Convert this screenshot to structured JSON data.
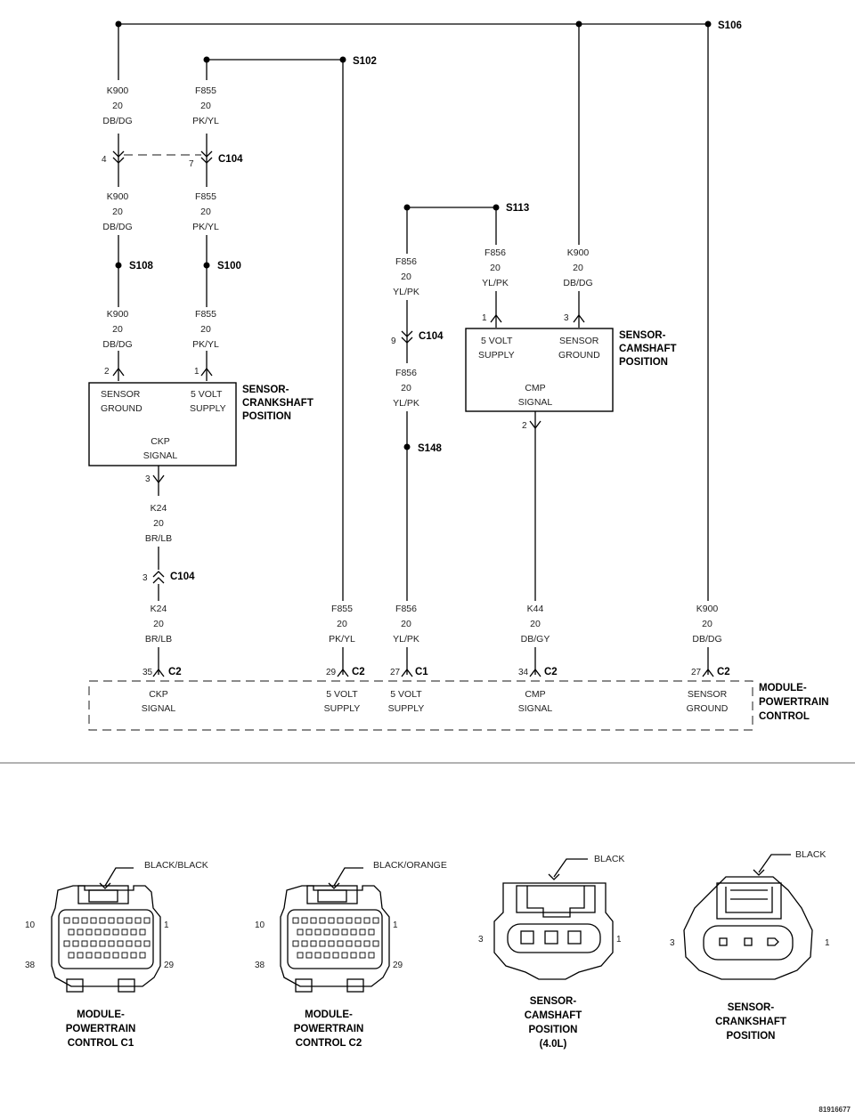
{
  "splices": {
    "s106": "S106",
    "s102": "S102",
    "s113": "S113",
    "s108": "S108",
    "s100": "S100",
    "s148": "S148"
  },
  "wires": {
    "k900_top": [
      "K900",
      "20",
      "DB/DG"
    ],
    "f855_top": [
      "F855",
      "20",
      "PK/YL"
    ],
    "k900_mid": [
      "K900",
      "20",
      "DB/DG"
    ],
    "f855_mid": [
      "F855",
      "20",
      "PK/YL"
    ],
    "k900_low": [
      "K900",
      "20",
      "DB/DG"
    ],
    "f855_low": [
      "F855",
      "20",
      "PK/YL"
    ],
    "k24_a": [
      "K24",
      "20",
      "BR/LB"
    ],
    "k24_b": [
      "K24",
      "20",
      "BR/LB"
    ],
    "f855_pcm": [
      "F855",
      "20",
      "PK/YL"
    ],
    "f856_a": [
      "F856",
      "20",
      "YL/PK"
    ],
    "f856_b": [
      "F856",
      "20",
      "YL/PK"
    ],
    "f856_c": [
      "F856",
      "20",
      "YL/PK"
    ],
    "f856_cmp": [
      "F856",
      "20",
      "YL/PK"
    ],
    "k900_cmp": [
      "K900",
      "20",
      "DB/DG"
    ],
    "k44": [
      "K44",
      "20",
      "DB/GY"
    ],
    "k900_pcm": [
      "K900",
      "20",
      "DB/DG"
    ]
  },
  "connectors": {
    "c104": "C104",
    "c1": "C1",
    "c2": "C2"
  },
  "pins": {
    "p4": "4",
    "p7": "7",
    "p2": "2",
    "p1": "1",
    "p3": "3",
    "p3b": "3",
    "p9": "9",
    "p1cmp": "1",
    "p3cmp": "3",
    "p2cmp": "2",
    "p35": "35",
    "p29": "29",
    "p27a": "27",
    "p34": "34",
    "p27b": "27"
  },
  "ckp_sensor": {
    "name": [
      "SENSOR-",
      "CRANKSHAFT",
      "POSITION"
    ],
    "ground": [
      "SENSOR",
      "GROUND"
    ],
    "supply": [
      "5 VOLT",
      "SUPPLY"
    ],
    "signal": [
      "CKP",
      "SIGNAL"
    ]
  },
  "cmp_sensor": {
    "name": [
      "SENSOR-",
      "CAMSHAFT",
      "POSITION"
    ],
    "supply": [
      "5 VOLT",
      "SUPPLY"
    ],
    "ground": [
      "SENSOR",
      "GROUND"
    ],
    "signal": [
      "CMP",
      "SIGNAL"
    ]
  },
  "pcm": {
    "name": [
      "MODULE-",
      "POWERTRAIN",
      "CONTROL"
    ],
    "ckp": [
      "CKP",
      "SIGNAL"
    ],
    "supply1": [
      "5 VOLT",
      "SUPPLY"
    ],
    "supply2": [
      "5 VOLT",
      "SUPPLY"
    ],
    "cmp": [
      "CMP",
      "SIGNAL"
    ],
    "ground": [
      "SENSOR",
      "GROUND"
    ]
  },
  "connector_views": {
    "c1": {
      "color": "BLACK/BLACK",
      "pin_tl": "10",
      "pin_tr": "1",
      "pin_bl": "38",
      "pin_br": "29",
      "name": [
        "MODULE-",
        "POWERTRAIN",
        "CONTROL C1"
      ]
    },
    "c2": {
      "color": "BLACK/ORANGE",
      "pin_tl": "10",
      "pin_tr": "1",
      "pin_bl": "38",
      "pin_br": "29",
      "name": [
        "MODULE-",
        "POWERTRAIN",
        "CONTROL C2"
      ]
    },
    "cmp": {
      "color": "BLACK",
      "pin_l": "3",
      "pin_r": "1",
      "name": [
        "SENSOR-",
        "CAMSHAFT",
        "POSITION",
        "(4.0L)"
      ]
    },
    "ckp": {
      "color": "BLACK",
      "pin_l": "3",
      "pin_r": "1",
      "name": [
        "SENSOR-",
        "CRANKSHAFT",
        "POSITION"
      ]
    }
  },
  "figure_id": "81916677"
}
